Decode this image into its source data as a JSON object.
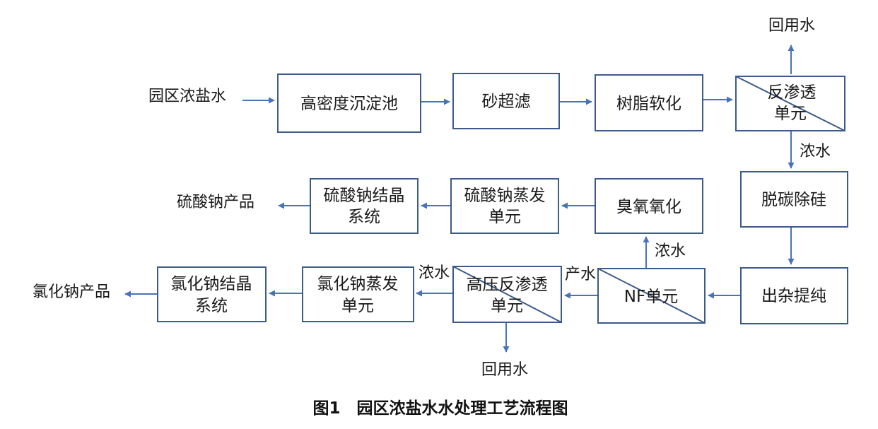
{
  "nodes": {
    "sedimentation": "高密度沉淀池",
    "sand_ultrafilter": "砂超滤",
    "resin_softening": "树脂软化",
    "ro_unit": [
      "反渗透",
      "单元"
    ],
    "decarb_desilica": "脱碳除硅",
    "impurity_removal": "出杂提纯",
    "nf_unit": "NF单元",
    "ozone_oxidation": "臭氧氧化",
    "na2so4_evap": [
      "硫酸钠蒸发",
      "单元"
    ],
    "na2so4_cryst": [
      "硫酸钠结晶",
      "系统"
    ],
    "hp_ro_unit": [
      "高压反渗透",
      "单元"
    ],
    "nacl_evap": [
      "氯化钠蒸发",
      "单元"
    ],
    "nacl_cryst": [
      "氯化钠结晶",
      "系统"
    ]
  },
  "terminals": {
    "feed": "园区浓盐水",
    "reuse_water_top": "回用水",
    "reuse_water_bottom": "回用水",
    "sodium_sulfate_product": "硫酸钠产品",
    "sodium_chloride_product": "氯化钠产品"
  },
  "edge_labels": {
    "ro_concentrate": "浓水",
    "nf_concentrate": "浓水",
    "nf_permeate": "产水",
    "hp_ro_concentrate": "浓水"
  },
  "caption": "图1　园区浓盐水水处理工艺流程图"
}
